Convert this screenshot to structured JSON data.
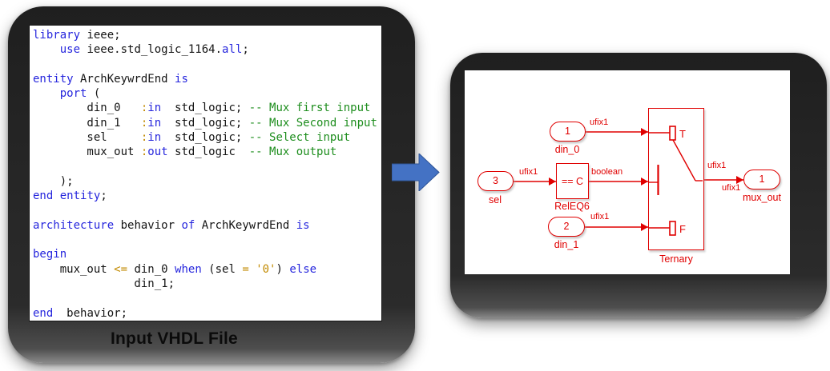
{
  "caption": "Input VHDL File",
  "colors": {
    "keyword": "#2626dd",
    "plain": "#141414",
    "comment": "#1e8e1e",
    "operator": "#c28a00",
    "diagram": "#e00000",
    "arrow": "#4472c4"
  },
  "code": {
    "lines": [
      [
        {
          "t": "library",
          "c": "k"
        },
        {
          "t": " ieee;",
          "c": "p"
        }
      ],
      [
        {
          "t": "    ",
          "c": "p"
        },
        {
          "t": "use",
          "c": "k"
        },
        {
          "t": " ieee.std_logic_1164.",
          "c": "p"
        },
        {
          "t": "all",
          "c": "k"
        },
        {
          "t": ";",
          "c": "p"
        }
      ],
      [],
      [
        {
          "t": "entity",
          "c": "k"
        },
        {
          "t": " ArchKeywrdEnd ",
          "c": "p"
        },
        {
          "t": "is",
          "c": "k"
        }
      ],
      [
        {
          "t": "    ",
          "c": "p"
        },
        {
          "t": "port",
          "c": "k"
        },
        {
          "t": " (",
          "c": "p"
        }
      ],
      [
        {
          "t": "        din_0   ",
          "c": "p"
        },
        {
          "t": ":",
          "c": "o"
        },
        {
          "t": "in",
          "c": "k"
        },
        {
          "t": "  std_logic; ",
          "c": "p"
        },
        {
          "t": "-- Mux first input",
          "c": "c"
        }
      ],
      [
        {
          "t": "        din_1   ",
          "c": "p"
        },
        {
          "t": ":",
          "c": "o"
        },
        {
          "t": "in",
          "c": "k"
        },
        {
          "t": "  std_logic; ",
          "c": "p"
        },
        {
          "t": "-- Mux Second input",
          "c": "c"
        }
      ],
      [
        {
          "t": "        sel     ",
          "c": "p"
        },
        {
          "t": ":",
          "c": "o"
        },
        {
          "t": "in",
          "c": "k"
        },
        {
          "t": "  std_logic; ",
          "c": "p"
        },
        {
          "t": "-- Select input",
          "c": "c"
        }
      ],
      [
        {
          "t": "        mux_out ",
          "c": "p"
        },
        {
          "t": ":",
          "c": "o"
        },
        {
          "t": "out",
          "c": "k"
        },
        {
          "t": " std_logic  ",
          "c": "p"
        },
        {
          "t": "-- Mux output",
          "c": "c"
        }
      ],
      [],
      [
        {
          "t": "    );",
          "c": "p"
        }
      ],
      [
        {
          "t": "end",
          "c": "k"
        },
        {
          "t": " ",
          "c": "p"
        },
        {
          "t": "entity",
          "c": "k"
        },
        {
          "t": ";",
          "c": "p"
        }
      ],
      [],
      [
        {
          "t": "architecture",
          "c": "k"
        },
        {
          "t": " behavior ",
          "c": "p"
        },
        {
          "t": "of",
          "c": "k"
        },
        {
          "t": " ArchKeywrdEnd ",
          "c": "p"
        },
        {
          "t": "is",
          "c": "k"
        }
      ],
      [],
      [
        {
          "t": "begin",
          "c": "k"
        }
      ],
      [
        {
          "t": "    mux_out ",
          "c": "p"
        },
        {
          "t": "<=",
          "c": "o"
        },
        {
          "t": " din_0 ",
          "c": "p"
        },
        {
          "t": "when",
          "c": "k"
        },
        {
          "t": " (sel ",
          "c": "p"
        },
        {
          "t": "=",
          "c": "o"
        },
        {
          "t": " ",
          "c": "p"
        },
        {
          "t": "'0'",
          "c": "o"
        },
        {
          "t": ") ",
          "c": "p"
        },
        {
          "t": "else",
          "c": "k"
        }
      ],
      [
        {
          "t": "               din_1;",
          "c": "p"
        }
      ],
      [],
      [
        {
          "t": "end",
          "c": "k"
        },
        {
          "t": "  behavior;",
          "c": "p"
        }
      ]
    ]
  },
  "diagram": {
    "inports": {
      "din_0": {
        "num": "1",
        "name": "din_0",
        "sig": "ufix1"
      },
      "sel": {
        "num": "3",
        "name": "sel",
        "sig": "ufix1"
      },
      "din_1": {
        "num": "2",
        "name": "din_1",
        "sig": "ufix1"
      }
    },
    "outport": {
      "num": "1",
      "name": "mux_out",
      "sig_above": "ufix1",
      "sig_below": "ufix1"
    },
    "releq_block": {
      "text": "== C",
      "name": "RelEQ6",
      "out_sig": "boolean"
    },
    "switch_block": {
      "name": "Ternary",
      "true_label": "T",
      "false_label": "F"
    }
  }
}
